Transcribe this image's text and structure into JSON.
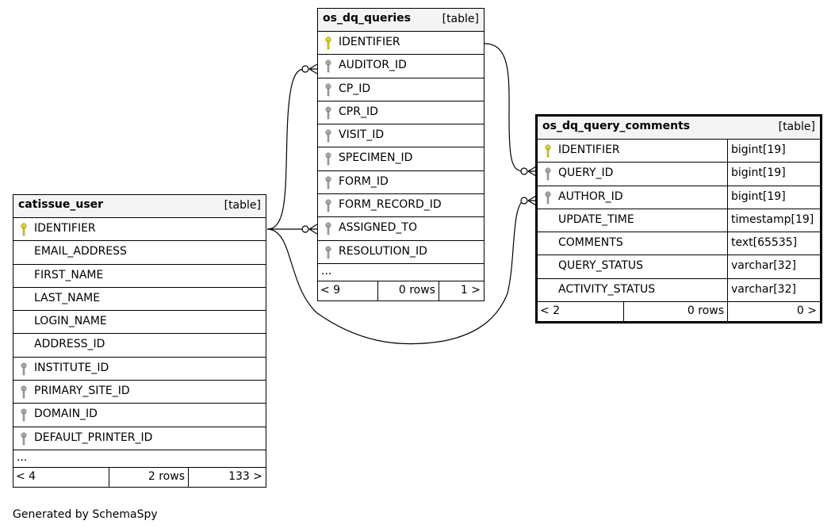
{
  "tables": {
    "os_dq_queries": {
      "name": "os_dq_queries",
      "type": "[table]",
      "columns": [
        {
          "name": "IDENTIFIER",
          "key": "primary-key-icon"
        },
        {
          "name": "AUDITOR_ID",
          "key": "foreign-key-icon"
        },
        {
          "name": "CP_ID",
          "key": "foreign-key-icon"
        },
        {
          "name": "CPR_ID",
          "key": "foreign-key-icon"
        },
        {
          "name": "VISIT_ID",
          "key": "foreign-key-icon"
        },
        {
          "name": "SPECIMEN_ID",
          "key": "foreign-key-icon"
        },
        {
          "name": "FORM_ID",
          "key": "foreign-key-icon"
        },
        {
          "name": "FORM_RECORD_ID",
          "key": "foreign-key-icon"
        },
        {
          "name": "ASSIGNED_TO",
          "key": "foreign-key-icon"
        },
        {
          "name": "RESOLUTION_ID",
          "key": "foreign-key-icon"
        }
      ],
      "ellipsis": "...",
      "footer": {
        "parents": "< 9",
        "rows": "0 rows",
        "children": "1 >"
      }
    },
    "os_dq_query_comments": {
      "name": "os_dq_query_comments",
      "type": "[table]",
      "columns": [
        {
          "name": "IDENTIFIER",
          "type": "bigint[19]",
          "key": "primary-key-icon"
        },
        {
          "name": "QUERY_ID",
          "type": "bigint[19]",
          "key": "foreign-key-icon"
        },
        {
          "name": "AUTHOR_ID",
          "type": "bigint[19]",
          "key": "foreign-key-icon"
        },
        {
          "name": "UPDATE_TIME",
          "type": "timestamp[19]",
          "key": ""
        },
        {
          "name": "COMMENTS",
          "type": "text[65535]",
          "key": ""
        },
        {
          "name": "QUERY_STATUS",
          "type": "varchar[32]",
          "key": ""
        },
        {
          "name": "ACTIVITY_STATUS",
          "type": "varchar[32]",
          "key": ""
        }
      ],
      "footer": {
        "parents": "< 2",
        "rows": "0 rows",
        "children": "0 >"
      }
    },
    "catissue_user": {
      "name": "catissue_user",
      "type": "[table]",
      "columns": [
        {
          "name": "IDENTIFIER",
          "key": "primary-key-icon"
        },
        {
          "name": "EMAIL_ADDRESS",
          "key": ""
        },
        {
          "name": "FIRST_NAME",
          "key": ""
        },
        {
          "name": "LAST_NAME",
          "key": ""
        },
        {
          "name": "LOGIN_NAME",
          "key": ""
        },
        {
          "name": "ADDRESS_ID",
          "key": ""
        },
        {
          "name": "INSTITUTE_ID",
          "key": "foreign-key-icon"
        },
        {
          "name": "PRIMARY_SITE_ID",
          "key": "foreign-key-icon"
        },
        {
          "name": "DOMAIN_ID",
          "key": "foreign-key-icon"
        },
        {
          "name": "DEFAULT_PRINTER_ID",
          "key": "foreign-key-icon"
        }
      ],
      "ellipsis": "...",
      "footer": {
        "parents": "< 4",
        "rows": "2 rows",
        "children": "133 >"
      }
    }
  },
  "generated_by": "Generated by SchemaSpy",
  "colors": {
    "primary_key": "#e6d800",
    "foreign_key": "#a8a8a8",
    "header_bg": "#f4f4f4"
  }
}
